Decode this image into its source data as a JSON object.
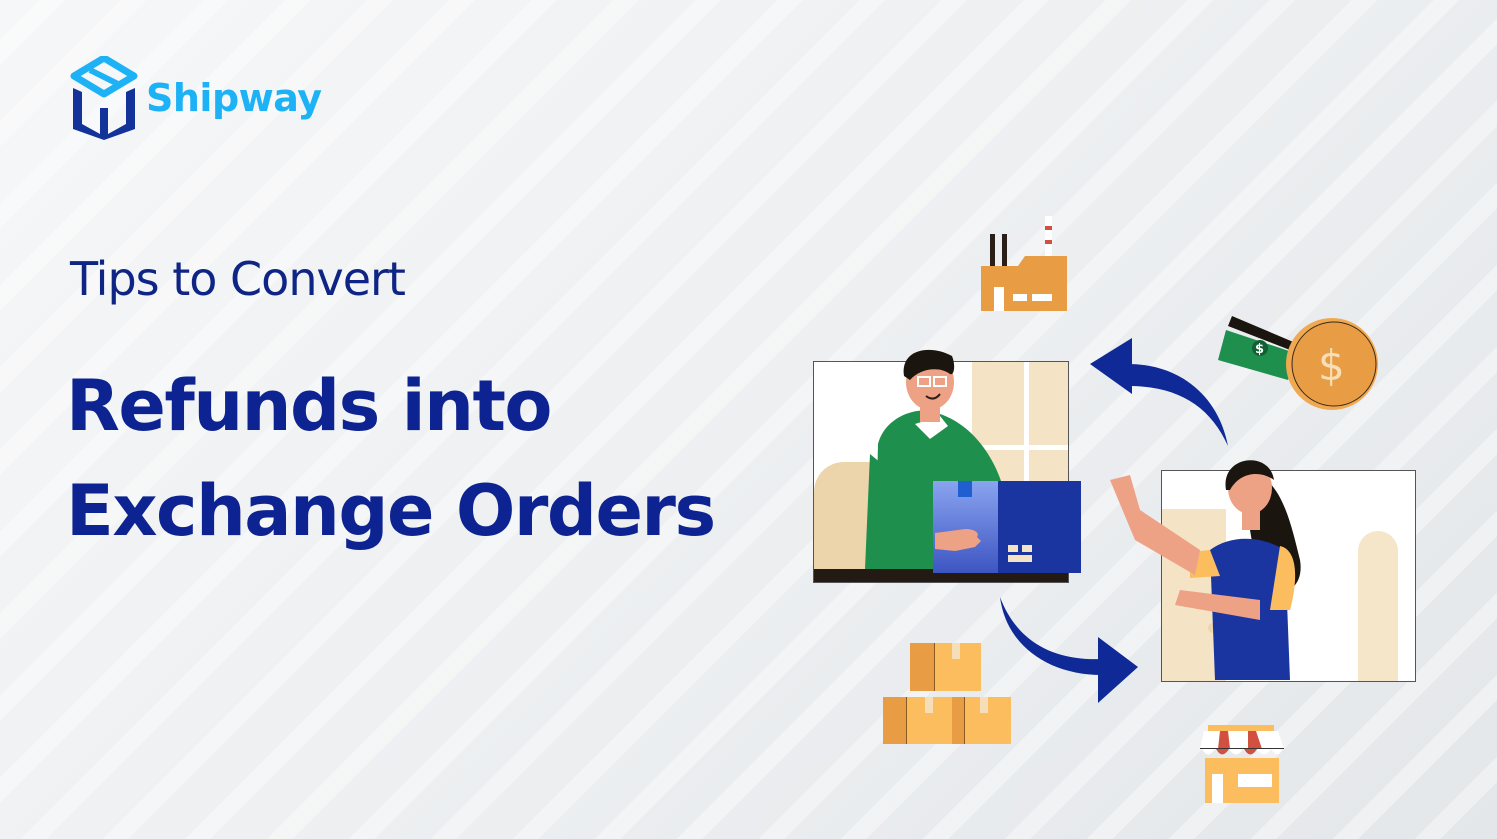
{
  "brand": {
    "name": "Shipway",
    "logo_icon": "open-box-icon",
    "color": "#1cb2f5",
    "dark_color": "#13339a"
  },
  "hero": {
    "subtitle": "Tips to Convert",
    "title_line1": "Refunds into",
    "title_line2": "Exchange Orders",
    "text_color": "#0d2391"
  },
  "illustration": {
    "icons": [
      "factory-icon",
      "money-coin-icon",
      "box-stack-icon",
      "storefront-icon"
    ],
    "arrows": [
      "curved-arrow-left-icon",
      "curved-arrow-right-icon"
    ],
    "people": [
      "man-holding-box",
      "woman-waving"
    ],
    "coin_symbol": "$",
    "bill_symbol": "$",
    "colors": {
      "arrow": "#0f2a96",
      "orange": "#e89d44",
      "light_orange": "#fbbd5e",
      "green": "#1e8f4d",
      "blue_box": "#1b35a0",
      "skin": "#eda185",
      "cream": "#f4e3c4"
    }
  }
}
